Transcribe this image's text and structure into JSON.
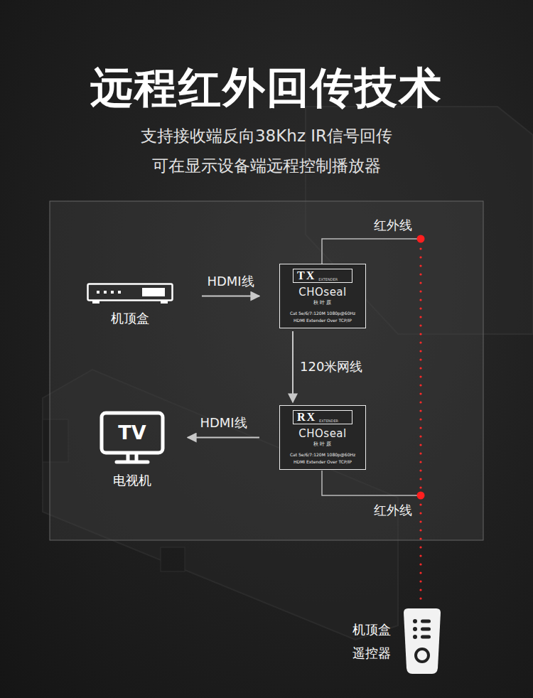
{
  "diagram": {
    "title": "远程红外回传技术",
    "nodes": [
      {
        "text": [
          "机顶盒"
        ]
      },
      {
        "text": [
          "TX",
          "EXTENDER",
          "CHOseal",
          "秋叶原",
          "Cat 5e/6/7:120M 1080p@60Hz",
          "HDMI Extender Over TCP/IP"
        ]
      },
      {
        "text": [
          "TV",
          "电视机"
        ]
      },
      {
        "text": [
          "RX",
          "EXTENDER",
          "CHOseal",
          "秋叶原",
          "Cat 5e/6/7:120M 1080p@60Hz",
          "HDMI Extender Over TCP/IP"
        ]
      },
      {
        "text": [
          "机顶盒 遥控器"
        ]
      }
    ],
    "edges": [
      {
        "from": 0,
        "to": 1,
        "arrow": "to",
        "label": "HDMI线"
      },
      {
        "from": 1,
        "to": 3,
        "arrow": "to",
        "label": "120米网线"
      },
      {
        "from": 3,
        "to": 2,
        "arrow": "to",
        "label": "HDMI线"
      }
    ],
    "labels": [
      "支持接收端反向38Khz IR信号回传",
      "可在显示设备端远程控制播放器",
      "红外线",
      "红外线"
    ]
  }
}
